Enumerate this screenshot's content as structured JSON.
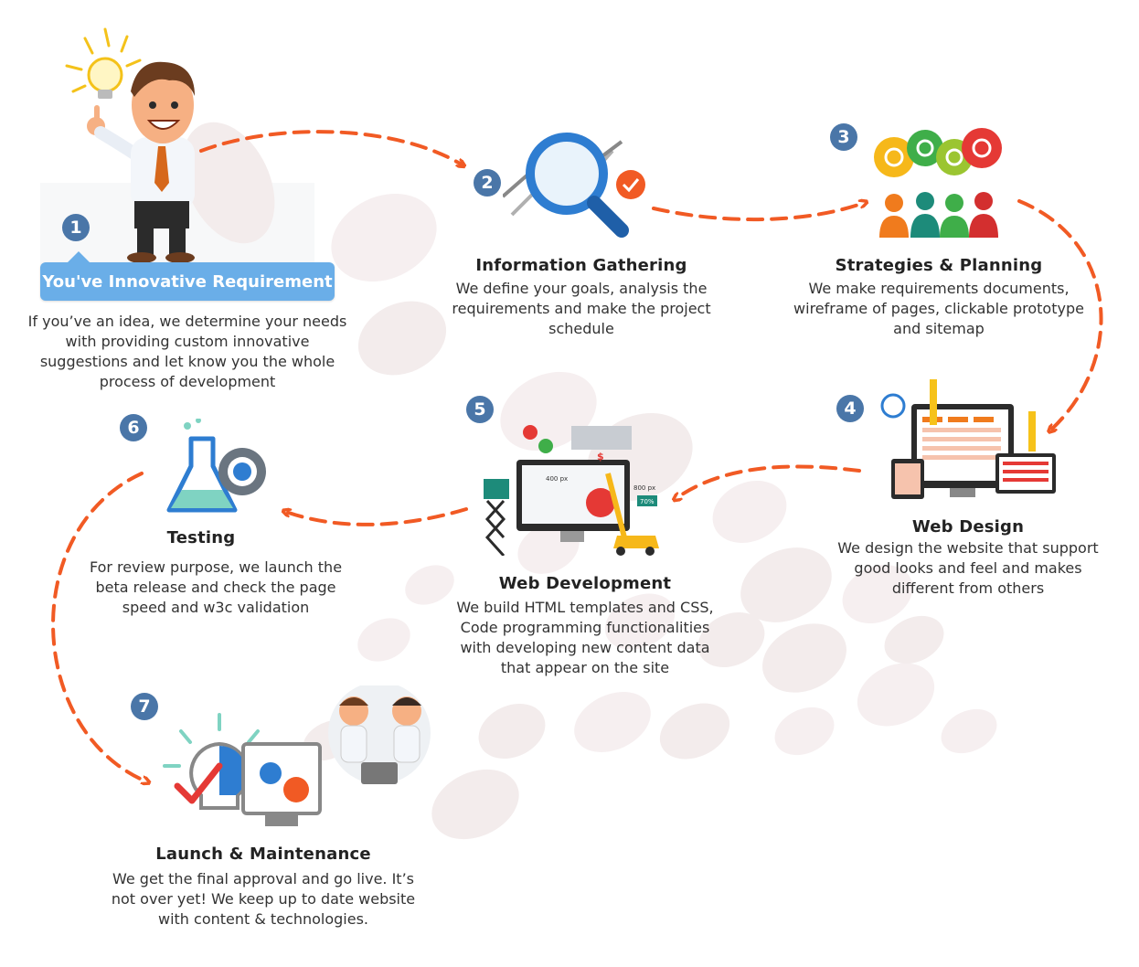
{
  "steps": [
    {
      "number": "1",
      "title": "You've Innovative Requirement",
      "desc": [
        "If you’ve an idea, we determine your needs",
        "with providing custom innovative",
        "suggestions and let know you the whole",
        "process of development"
      ]
    },
    {
      "number": "2",
      "title": "Information Gathering",
      "desc": [
        "We define your goals, analysis the",
        "requirements and make the project",
        "schedule"
      ]
    },
    {
      "number": "3",
      "title": "Strategies & Planning",
      "desc": [
        "We make requirements documents,",
        "wireframe of pages, clickable prototype",
        "and sitemap"
      ]
    },
    {
      "number": "4",
      "title": "Web Design",
      "desc": [
        "We design the website that support",
        "good looks and feel and makes",
        "different from others"
      ]
    },
    {
      "number": "5",
      "title": "Web Development",
      "desc": [
        "We build HTML templates and CSS,",
        "Code programming functionalities",
        "with developing new content data",
        "that appear on the site"
      ]
    },
    {
      "number": "6",
      "title": "Testing",
      "desc": [
        "For review purpose, we launch the",
        "beta release and check the page",
        "speed and w3c validation"
      ]
    },
    {
      "number": "7",
      "title": "Launch & Maintenance",
      "desc": [
        "We get the final approval and go live.  It’s",
        "not over yet! We keep up to date website",
        "with content & technologies."
      ]
    }
  ],
  "illustration_labels": {
    "width_label": "400 px",
    "height_label": "800 px",
    "percent_label": "70%",
    "dollar_label": "$"
  },
  "colors": {
    "badge": "#4a76a8",
    "pill": "#6aaee8",
    "arrow": "#f15a24",
    "accent_blue": "#2e7dd1"
  }
}
